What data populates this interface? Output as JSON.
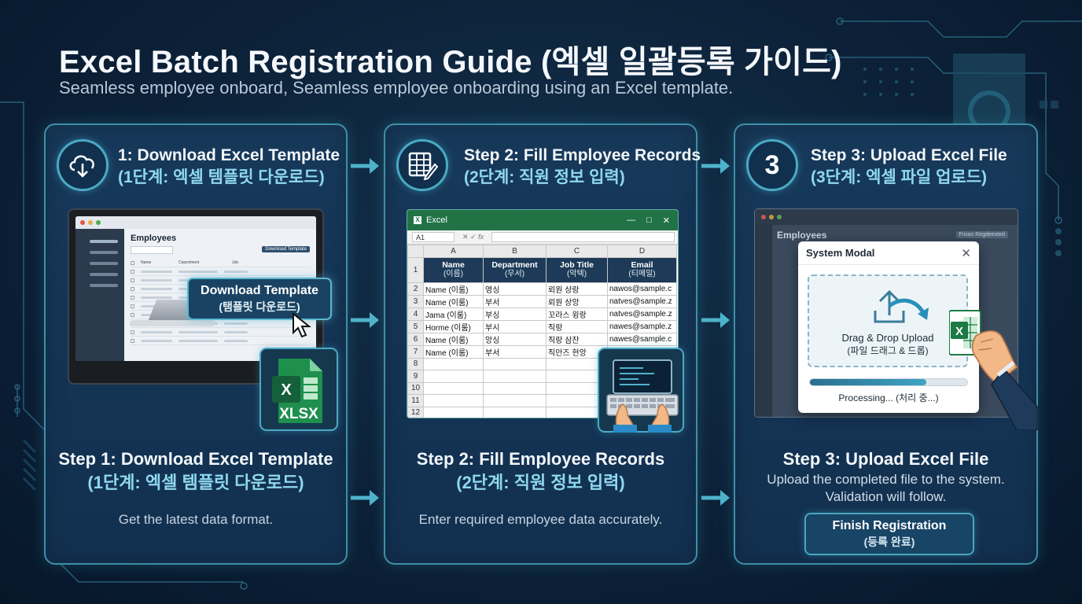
{
  "header": {
    "title": "Excel Batch Registration Guide (엑셀 일괄등록 가이드)",
    "subtitle": "Seamless employee onboard,   Seamless employee onboarding using an Excel template."
  },
  "steps": [
    {
      "icon": "cloud-download-icon",
      "head_en": "1: Download Excel Template",
      "head_ko": "(1단계: 엑셀 템플릿 다운로드)",
      "bottom_en": "Step 1: Download Excel Template",
      "bottom_ko": "(1단계: 엑셀 템플릿 다운로드)",
      "desc": "Get the latest data format.",
      "screen": {
        "title": "Employees",
        "download_small": "Download Template",
        "col_name": "Name",
        "col_dept": "Cepertment",
        "col_job": "Job",
        "tooltip_en": "Download Template",
        "tooltip_ko": "(탬플릿 다운로드)",
        "file_label": "XLSX"
      }
    },
    {
      "icon": "spreadsheet-edit-icon",
      "head_en": "Step 2: Fill Employee Records",
      "head_ko": "(2단계: 직원 정보 입력)",
      "bottom_en": "Step 2: Fill Employee Records",
      "bottom_ko": "(2단계: 직원 정보 입력)",
      "desc": "Enter required employee data accurately.",
      "excel": {
        "window_title": "Excel",
        "cell_ref": "A1",
        "columns": [
          "A",
          "B",
          "C",
          "D"
        ],
        "headers": [
          {
            "en": "Name",
            "ko": "(이름)"
          },
          {
            "en": "Department",
            "ko": "(무서)"
          },
          {
            "en": "Job Title",
            "ko": "(악텍)"
          },
          {
            "en": "Email",
            "ko": "(티메밀)"
          }
        ],
        "rows": [
          [
            "2",
            "Name (이룸)",
            "영싱",
            "뢰원 상랑",
            "nawos@sample.c"
          ],
          [
            "3",
            "Name (이룸)",
            "부서",
            "뢰원 상앙",
            "natves@sample.z"
          ],
          [
            "4",
            "Jama (이룸)",
            "부싱",
            "꼬라스 윙랑",
            "natves@sample.z"
          ],
          [
            "5",
            "Horme (이룸)",
            "부시",
            "직랑",
            "nawes@sample.z"
          ],
          [
            "6",
            "Name (이룸)",
            "앙싱",
            "직랑 삼잔",
            "nawes@sample.c"
          ],
          [
            "7",
            "Name (이룸)",
            "부서",
            "직만즈 현앙",
            ""
          ],
          [
            "8",
            "",
            "",
            "",
            ""
          ],
          [
            "9",
            "",
            "",
            "",
            ""
          ],
          [
            "10",
            "",
            "",
            "",
            ""
          ],
          [
            "11",
            "",
            "",
            "",
            ""
          ],
          [
            "12",
            "",
            "",
            "",
            ""
          ]
        ]
      }
    },
    {
      "icon_number": "3",
      "head_en": "Step 3: Upload Excel File",
      "head_ko": "(3단계: 엑셀 파일 업로드)",
      "bottom_en": "Step 3: Upload Excel File",
      "desc_line1": "Upload the completed file to the system.",
      "desc_line2": "Validation will follow.",
      "button_en": "Finish Registration",
      "button_ko": "(등록 완료)",
      "app": {
        "title": "Employees",
        "badge": "Fisian Regdeexted",
        "modal_title": "System Modal",
        "drop_en": "Drag & Drop Upload",
        "drop_ko": "(파일 드래그 & 드롭)",
        "progress": 0.74,
        "progress_label": "Processing... (처리 중...)"
      }
    }
  ],
  "colors": {
    "accent": "#4aa9c4",
    "excel_green": "#217346",
    "card_bg": "#17395a",
    "header_fill": "#1d3b58"
  }
}
